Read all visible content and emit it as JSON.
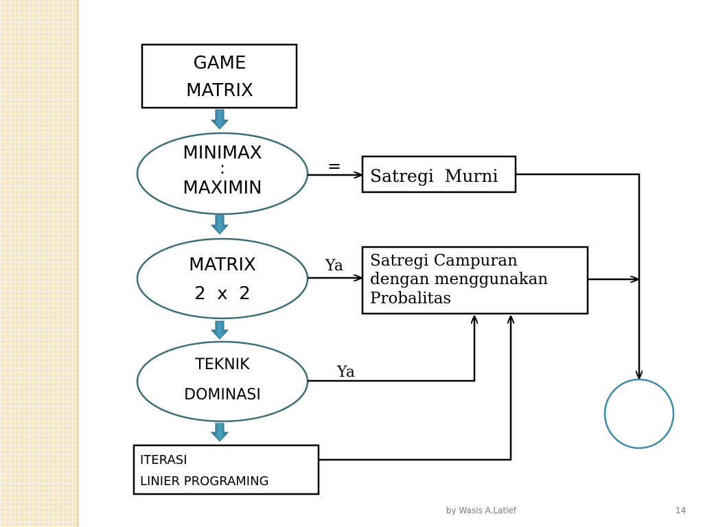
{
  "nodes": {
    "game_matrix": [
      "GAME",
      "MATRIX"
    ],
    "minimax": [
      "MINIMAX",
      ":",
      "MAXIMIN"
    ],
    "matrix22": [
      "MATRIX",
      "2  x  2"
    ],
    "teknik": [
      "TEKNIK",
      "DOMINASI"
    ],
    "iterasi": [
      "ITERASI",
      "LINIER PROGRAMING"
    ],
    "strategi_murni": "Satregi  Murni",
    "strategi_campuran": [
      "Satregi Campuran",
      "dengan menggunakan",
      "Probalitas"
    ]
  },
  "edge_labels": {
    "equals": "=",
    "ya1": "Ya",
    "ya2": "Ya"
  },
  "footer": {
    "author": "by Wasis A.Latief",
    "page": "14"
  },
  "colors": {
    "ellipse_border": "#3b6d78",
    "arrow_fill": "#3b8aa5",
    "side_strip": "#f4e7c8"
  }
}
